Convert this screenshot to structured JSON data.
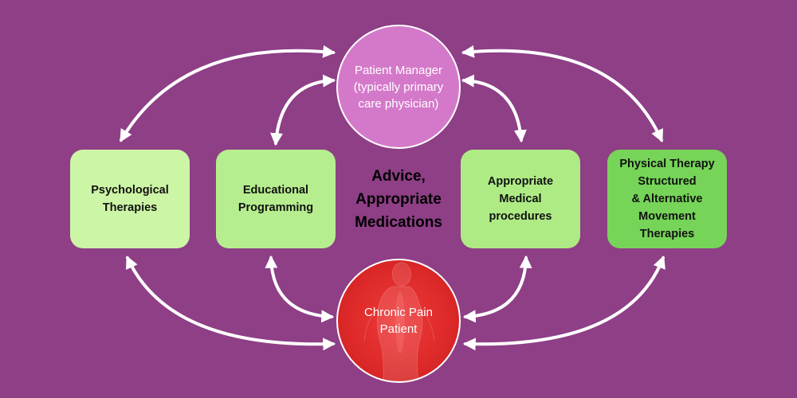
{
  "nodes": {
    "patient_manager": "Patient Manager\n(typically primary\ncare physician)",
    "chronic_pain_patient": "Chronic Pain\nPatient",
    "psychological": "Psychological\nTherapies",
    "educational": "Educational\nProgramming",
    "appropriate_medical": "Appropriate\nMedical\nprocedures",
    "physical_therapy": "Physical Therapy\nStructured\n& Alternative\nMovement\nTherapies",
    "center": "Advice,\nAppropriate\nMedications"
  },
  "colors": {
    "background": "#8e3f86",
    "patient_manager": "#d479c9",
    "chronic_pain": "#df2a2a",
    "arrow": "#ffffff"
  }
}
